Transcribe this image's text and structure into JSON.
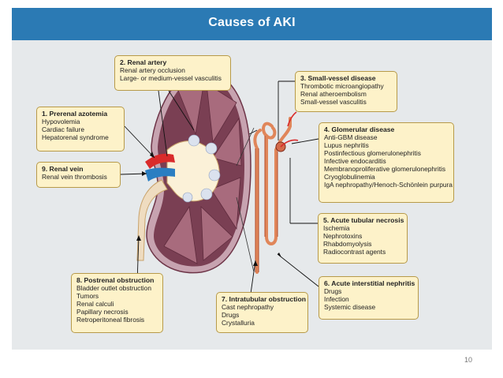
{
  "title": "Causes of AKI",
  "page_number": "10",
  "boxes": {
    "renal_artery": {
      "heading": "2. Renal artery",
      "items": [
        "Renal artery occlusion",
        "Large- or medium-vessel vasculitis"
      ]
    },
    "prerenal": {
      "heading": "1. Prerenal azotemia",
      "items": [
        "Hypovolemia",
        "Cardiac failure",
        "Hepatorenal syndrome"
      ]
    },
    "renal_vein": {
      "heading": "9. Renal vein",
      "items": [
        "Renal vein thrombosis"
      ]
    },
    "postrenal": {
      "heading": "8. Postrenal obstruction",
      "items": [
        "Bladder outlet obstruction",
        "Tumors",
        "Renal calculi",
        "Papillary necrosis",
        "Retroperitoneal fibrosis"
      ]
    },
    "intratubular": {
      "heading": "7. Intratubular obstruction",
      "items": [
        "Cast nephropathy",
        "Drugs",
        "Crystalluria"
      ]
    },
    "small_vessel": {
      "heading": "3. Small-vessel disease",
      "items": [
        "Thrombotic microangiopathy",
        "Renal atheroembolism",
        "Small-vessel vasculitis"
      ]
    },
    "glomerular": {
      "heading": "4. Glomerular disease",
      "items": [
        "Anti-GBM disease",
        "Lupus nephritis",
        "Postinfectious glomerulonephritis",
        "Infective endocarditis",
        "Membranoproliferative glomerulonephritis",
        "Cryoglobulinemia",
        "IgA nephropathy/Henoch-Schönlein purpura"
      ]
    },
    "atn": {
      "heading": "5. Acute tubular necrosis",
      "items": [
        "Ischemia",
        "Nephrotoxins",
        "Rhabdomyolysis",
        "Radiocontrast agents"
      ]
    },
    "ain": {
      "heading": "6. Acute interstitial nephritis",
      "items": [
        "Drugs",
        "Infection",
        "Systemic disease"
      ]
    }
  },
  "colors": {
    "title_bar": "#2b7ab4",
    "box_fill": "#fdf2c9",
    "box_border": "#b79a4a",
    "cortex": "#7a3f53",
    "pelvis": "#fbf1d8",
    "artery": "#d92b2b",
    "vein": "#2a7ec2",
    "tubule": "#e0865a"
  }
}
